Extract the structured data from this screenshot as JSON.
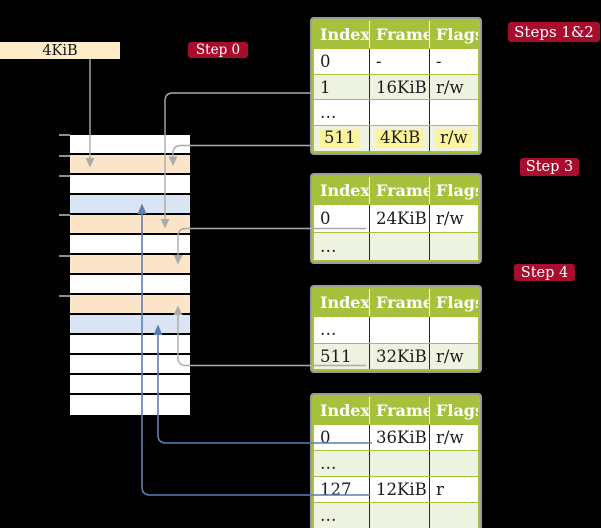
{
  "frame_box": {
    "label": "4KiB"
  },
  "badges": {
    "step0": "Step 0",
    "steps12": "Steps 1&2",
    "step3": "Step 3",
    "step4": "Step 4"
  },
  "memory": {
    "rows": [
      "free",
      "pagetable",
      "free",
      "datapage",
      "pagetable",
      "free",
      "pagetable",
      "free",
      "pagetable",
      "datapage",
      "free",
      "free",
      "free",
      "free"
    ]
  },
  "tables": {
    "t1": {
      "columns": [
        "Index",
        "Frame",
        "Flags"
      ],
      "rows": [
        [
          "0",
          "-",
          "-"
        ],
        [
          "1",
          "16KiB",
          "r/w"
        ],
        [
          "…",
          "",
          ""
        ],
        [
          "511",
          "4KiB",
          "r/w"
        ]
      ]
    },
    "t2": {
      "columns": [
        "Index",
        "Frame",
        "Flags"
      ],
      "rows": [
        [
          "0",
          "24KiB",
          "r/w"
        ],
        [
          "…",
          "",
          ""
        ]
      ]
    },
    "t3": {
      "columns": [
        "Index",
        "Frame",
        "Flags"
      ],
      "rows": [
        [
          "…",
          "",
          ""
        ],
        [
          "511",
          "32KiB",
          "r/w"
        ]
      ]
    },
    "t4": {
      "columns": [
        "Index",
        "Frame",
        "Flags"
      ],
      "rows": [
        [
          "0",
          "36KiB",
          "r/w"
        ],
        [
          "…",
          "",
          ""
        ],
        [
          "127",
          "12KiB",
          "r"
        ],
        [
          "…",
          "",
          ""
        ]
      ]
    }
  },
  "colors": {
    "background": "#000000",
    "table_header_green": "#a6c23d",
    "table_row_tint": "#eef2e0",
    "highlight_yellow": "#fcf39b",
    "page_table_frame_peach": "#fce4c8",
    "data_frame_blue": "#d9e4f4",
    "free_frame_white": "#ffffff",
    "badge_red": "#a80d2d",
    "pointer_gray": "#ababab",
    "pointer_blue": "#5b7fb5",
    "frame_box_wheat": "#faecc8"
  }
}
